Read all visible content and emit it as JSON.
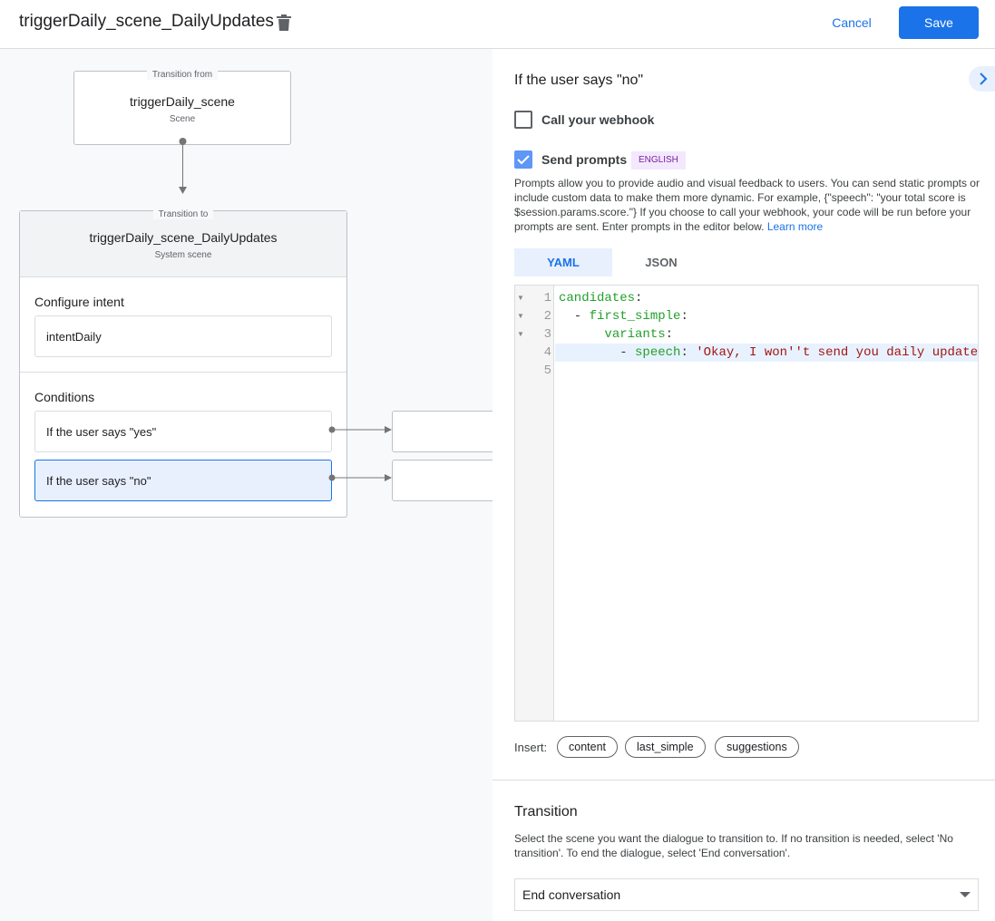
{
  "header": {
    "title": "triggerDaily_scene_DailyUpdates",
    "cancel_label": "Cancel",
    "save_label": "Save"
  },
  "canvas": {
    "from": {
      "tag": "Transition from",
      "name": "triggerDaily_scene",
      "type": "Scene"
    },
    "to": {
      "tag": "Transition to",
      "name": "triggerDaily_scene_DailyUpdates",
      "type": "System scene"
    },
    "configure_intent_label": "Configure intent",
    "intent": "intentDaily",
    "conditions_label": "Conditions",
    "conditions": [
      {
        "label": "If the user says \"yes\"",
        "selected": false
      },
      {
        "label": "If the user says \"no\"",
        "selected": true
      }
    ]
  },
  "panel": {
    "title": "If the user says \"no\"",
    "webhook": {
      "label": "Call your webhook",
      "checked": false
    },
    "prompts": {
      "label": "Send prompts",
      "checked": true,
      "badge": "ENGLISH",
      "description": "Prompts allow you to provide audio and visual feedback to users. You can send static prompts or include custom data to make them more dynamic. For example, {\"speech\": \"your total score is $session.params.score.\"} If you choose to call your webhook, your code will be run before your prompts are sent. Enter prompts in the editor below.",
      "learn_more": "Learn more"
    },
    "tabs": [
      {
        "label": "YAML",
        "active": true
      },
      {
        "label": "JSON",
        "active": false
      }
    ],
    "editor": {
      "line_numbers": [
        "1",
        "2",
        "3",
        "4",
        "5"
      ],
      "l1_key": "candidates",
      "l2_key": "first_simple",
      "l3_key": "variants",
      "l4_key": "speech",
      "l4_value": "'Okay, I won''t send you daily update"
    },
    "insert_label": "Insert:",
    "insert_chips": [
      "content",
      "last_simple",
      "suggestions"
    ],
    "transition": {
      "title": "Transition",
      "description": "Select the scene you want the dialogue to transition to. If no transition is needed, select 'No transition'. To end the dialogue, select 'End conversation'.",
      "selected": "End conversation"
    }
  },
  "colors": {
    "primary": "#1a73e8",
    "selected_bg": "#e8f0fe",
    "badge_bg": "#f3e8fd",
    "badge_text": "#7b1fa2"
  }
}
